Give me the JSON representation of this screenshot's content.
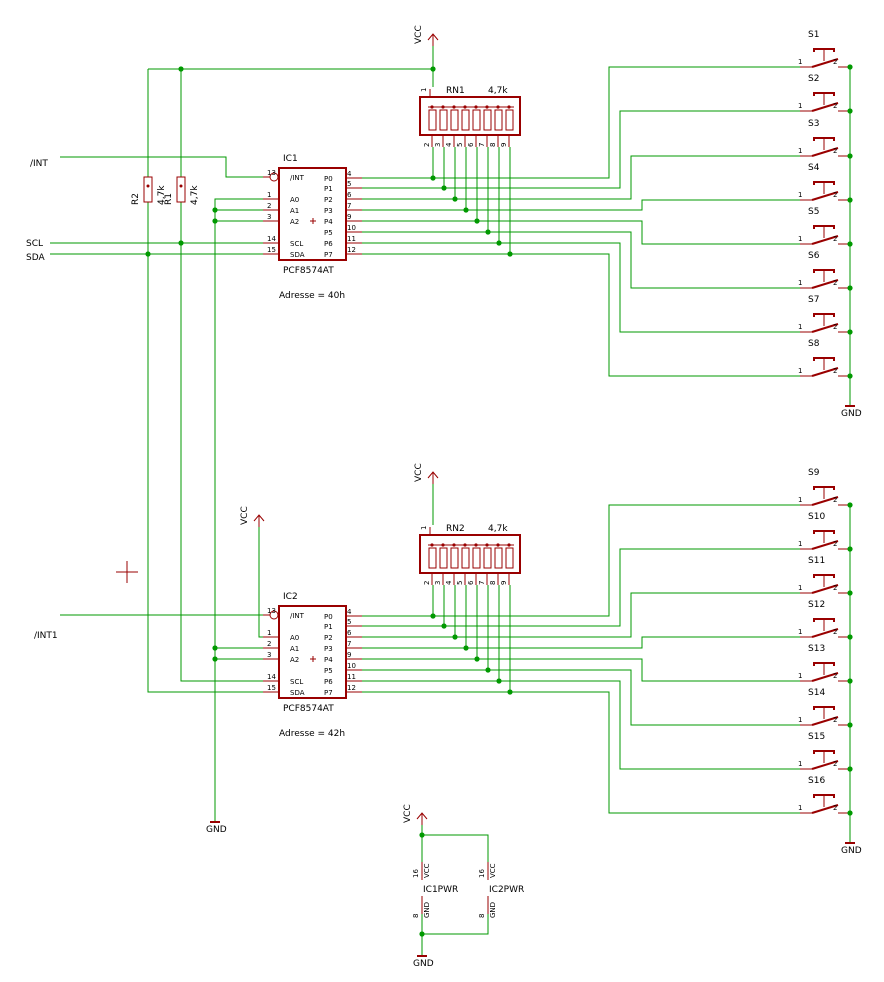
{
  "title": "",
  "supply": {
    "vcc": "VCC",
    "gnd": "GND"
  },
  "signals": {
    "int": "/INT",
    "int1": "/INT1",
    "scl": "SCL",
    "sda": "SDA"
  },
  "resistors": [
    {
      "name": "R2",
      "value": "4,7k"
    },
    {
      "name": "R1",
      "value": "4,7k"
    }
  ],
  "networks": [
    {
      "name": "RN1",
      "value": "4,7k",
      "common_pin": "1",
      "pins": [
        "2",
        "3",
        "4",
        "5",
        "6",
        "7",
        "8",
        "9"
      ]
    },
    {
      "name": "RN2",
      "value": "4,7k",
      "common_pin": "1",
      "pins": [
        "2",
        "3",
        "4",
        "5",
        "6",
        "7",
        "8",
        "9"
      ]
    }
  ],
  "ics": [
    {
      "name": "IC1",
      "part": "PCF8574AT",
      "address": "Adresse = 40h"
    },
    {
      "name": "IC2",
      "part": "PCF8574AT",
      "address": "Adresse = 42h"
    }
  ],
  "ic_pins": {
    "left": [
      {
        "num": "13",
        "name": "/INT"
      },
      {
        "num": "1",
        "name": "A0"
      },
      {
        "num": "2",
        "name": "A1"
      },
      {
        "num": "3",
        "name": "A2"
      },
      {
        "num": "14",
        "name": "SCL"
      },
      {
        "num": "15",
        "name": "SDA"
      }
    ],
    "right": [
      {
        "num": "4",
        "name": "P0"
      },
      {
        "num": "5",
        "name": "P1"
      },
      {
        "num": "6",
        "name": "P2"
      },
      {
        "num": "7",
        "name": "P3"
      },
      {
        "num": "9",
        "name": "P4"
      },
      {
        "num": "10",
        "name": "P5"
      },
      {
        "num": "11",
        "name": "P6"
      },
      {
        "num": "12",
        "name": "P7"
      }
    ]
  },
  "switches": [
    "S1",
    "S2",
    "S3",
    "S4",
    "S5",
    "S6",
    "S7",
    "S8",
    "S9",
    "S10",
    "S11",
    "S12",
    "S13",
    "S14",
    "S15",
    "S16"
  ],
  "switch_pins": {
    "a": "1",
    "b": "2"
  },
  "power": {
    "parts": [
      "IC1PWR",
      "IC2PWR"
    ],
    "vcc_pin": "16",
    "gnd_pin": "8",
    "vcc_label": "VCC",
    "gnd_label": "GND"
  },
  "colors": {
    "wire": "#009900",
    "component": "#990000",
    "text": "#000000"
  }
}
